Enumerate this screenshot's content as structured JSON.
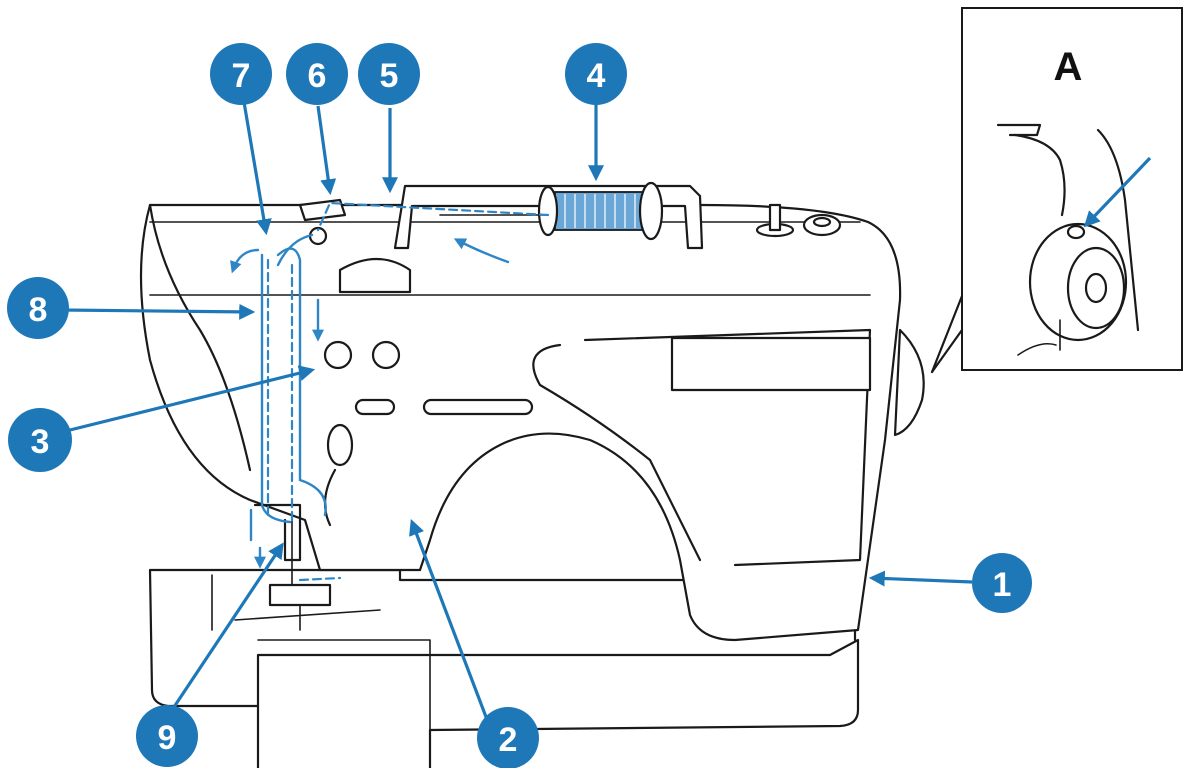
{
  "badges": {
    "b1": "1",
    "b2": "2",
    "b3": "3",
    "b4": "4",
    "b5": "5",
    "b6": "6",
    "b7": "7",
    "b8": "8",
    "b9": "9"
  },
  "inset": {
    "label": "A"
  },
  "colors": {
    "accent": "#1e78b8",
    "thread": "#2f86c6",
    "ink": "#1a1a1a"
  }
}
